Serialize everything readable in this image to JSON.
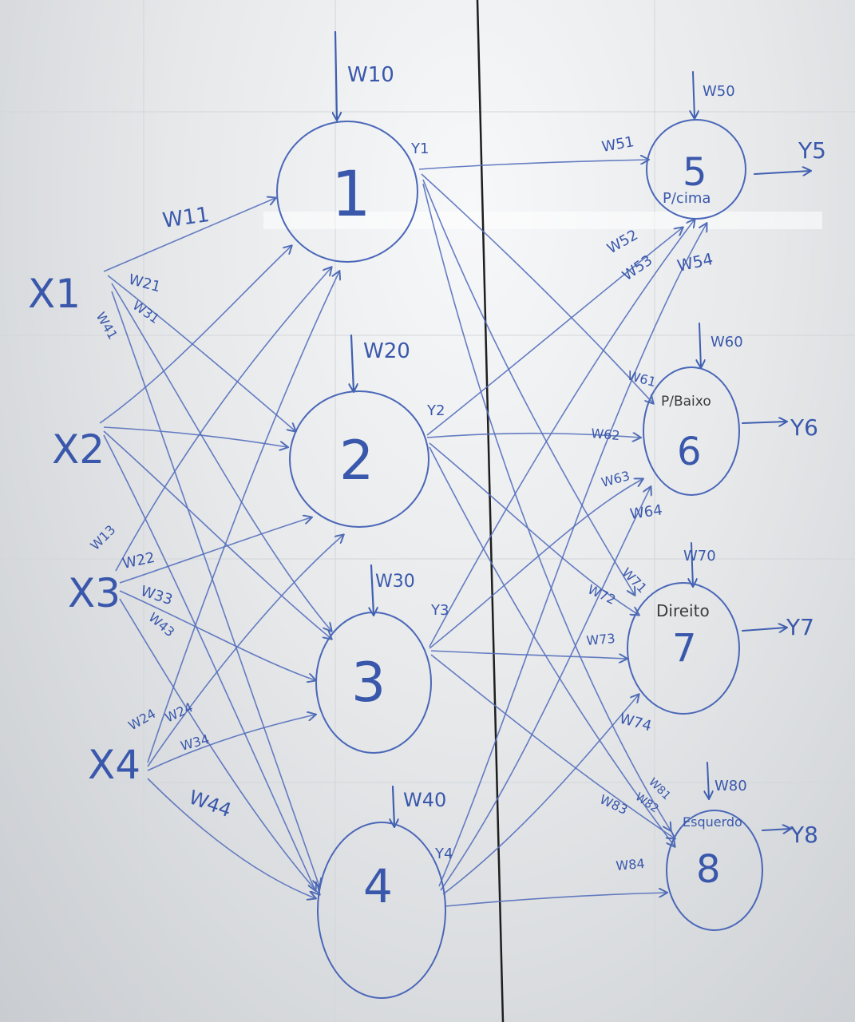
{
  "inputs": [
    {
      "id": "x1",
      "label": "X1"
    },
    {
      "id": "x2",
      "label": "X2"
    },
    {
      "id": "x3",
      "label": "X3"
    },
    {
      "id": "x4",
      "label": "X4"
    }
  ],
  "hidden_nodes": [
    {
      "id": "n1",
      "number": "1",
      "output": "Y1",
      "bias": "W10"
    },
    {
      "id": "n2",
      "number": "2",
      "output": "Y2",
      "bias": "W20"
    },
    {
      "id": "n3",
      "number": "3",
      "output": "Y3",
      "bias": "W30"
    },
    {
      "id": "n4",
      "number": "4",
      "output": "Y4",
      "bias": "W40"
    }
  ],
  "output_nodes": [
    {
      "id": "n5",
      "number": "5",
      "caption": "P/cima",
      "output": "Y5",
      "bias": "W50"
    },
    {
      "id": "n6",
      "number": "6",
      "caption": "P/Baixo",
      "output": "Y6",
      "bias": "W60"
    },
    {
      "id": "n7",
      "number": "7",
      "caption": "Direito",
      "output": "Y7",
      "bias": "W70"
    },
    {
      "id": "n8",
      "number": "8",
      "caption": "Esquerdo",
      "output": "Y8",
      "bias": "W80"
    }
  ],
  "input_weights": [
    "W11",
    "W21",
    "W31",
    "W41",
    "W13",
    "W22",
    "W33",
    "W43",
    "W24",
    "W24",
    "W34",
    "W44"
  ],
  "output_weights": [
    "W51",
    "W52",
    "W53",
    "W54",
    "W61",
    "W62",
    "W63",
    "W64",
    "W71",
    "W72",
    "W73",
    "W74",
    "W81",
    "W82",
    "W83",
    "W84"
  ],
  "colors": {
    "ink": "#3f5fb0",
    "board": "#e8eaec",
    "divider": "#1e1e1e"
  }
}
